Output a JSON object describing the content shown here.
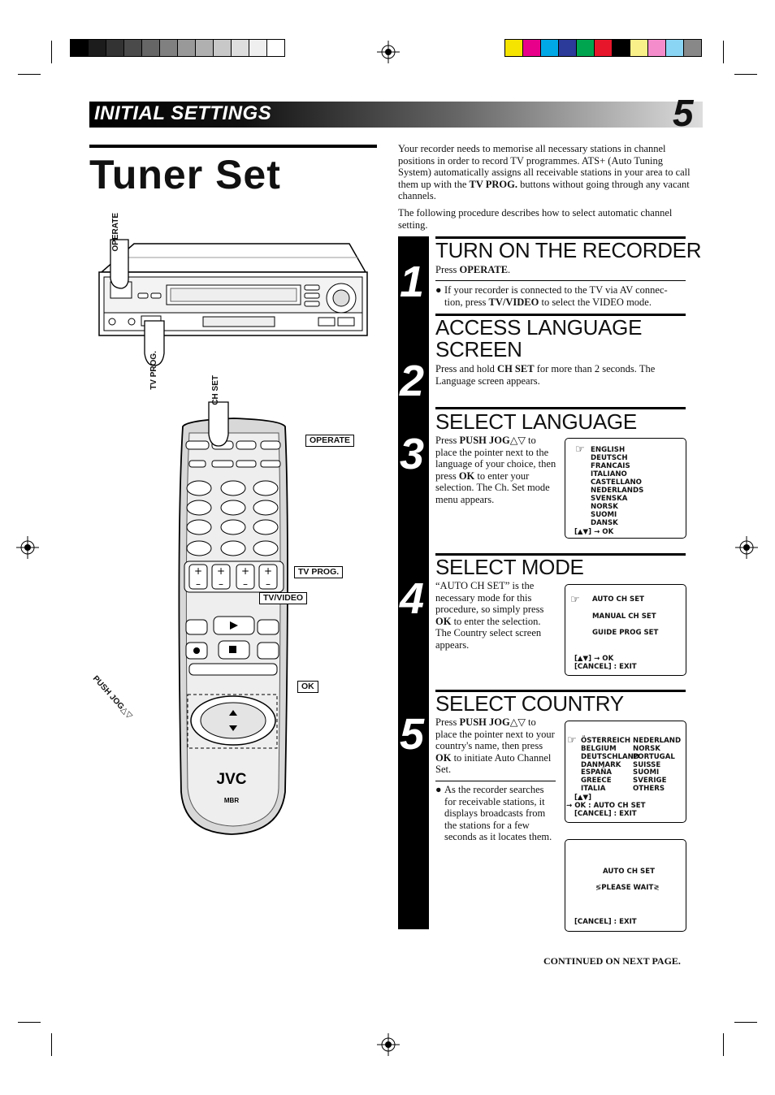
{
  "section_title": "INITIAL SETTINGS",
  "page_number": "5",
  "page_title": "Tuner Set",
  "intro": {
    "p1_a": "Your recorder needs to memorise all necessary stations in channel positions in order to record TV programmes. ATS+ (Auto Tuning System) automatically assigns all receivable stations in your area to call them up with the ",
    "p1_b": "TV PROG.",
    "p1_c": " buttons without going through any vacant channels.",
    "p2": "The following procedure describes how to select automatic channel setting."
  },
  "steps": [
    {
      "num": "1",
      "heading": "TURN ON THE RECORDER",
      "text_a": "Press ",
      "text_b": "OPERATE",
      "text_c": ".",
      "bullet_a": "If your recorder is connected to the TV via AV connec-tion, press ",
      "bullet_b": "TV/VIDEO",
      "bullet_c": " to select the VIDEO mode."
    },
    {
      "num": "2",
      "heading_l1": "ACCESS LANGUAGE",
      "heading_l2": "SCREEN",
      "text_a": "Press and hold ",
      "text_b": "CH SET",
      "text_c": " for more than 2 seconds. The Language screen appears."
    },
    {
      "num": "3",
      "heading": "SELECT LANGUAGE",
      "text_a": "Press ",
      "text_b": "PUSH JOG",
      "text_c": "△▽ to place the pointer next to the language of your choice, then press ",
      "text_d": "OK",
      "text_e": " to enter your selection. The Ch. Set mode menu appears."
    },
    {
      "num": "4",
      "heading": "SELECT MODE",
      "text_a": "“AUTO CH SET” is the necessary mode for this procedure, so simply press ",
      "text_b": "OK",
      "text_c": " to enter the selection. The Country select screen appears."
    },
    {
      "num": "5",
      "heading": "SELECT COUNTRY",
      "text_a": "Press ",
      "text_b": "PUSH JOG",
      "text_c": "△▽ to place the pointer next to your country's name, then press ",
      "text_d": "OK",
      "text_e": " to initiate Auto Channel Set.",
      "bullet": "As the recorder searches for receivable stations, it displays broadcasts from the stations for a few seconds as it locates them."
    }
  ],
  "screens": {
    "language": {
      "items": [
        "ENGLISH",
        "DEUTSCH",
        "FRANCAIS",
        "ITALIANO",
        "CASTELLANO",
        "NEDERLANDS",
        "SVENSKA",
        "NORSK",
        "SUOMI",
        "DANSK"
      ],
      "footer": "[▲▼] → OK"
    },
    "mode": {
      "items": [
        "AUTO CH SET",
        "MANUAL CH SET",
        "GUIDE PROG SET"
      ],
      "footer1": "[▲▼] → OK",
      "footer2": "[CANCEL] : EXIT"
    },
    "country": {
      "col1": [
        "ÖSTERREICH",
        "BELGIUM",
        "DEUTSCHLAND",
        "DANMARK",
        "ESPAÑA",
        "GREECE",
        "ITALIA"
      ],
      "col2": [
        "NEDERLAND",
        "NORSK",
        "PORTUGAL",
        "SUISSE",
        "SUOMI",
        "SVERIGE",
        "OTHERS"
      ],
      "footer1": "[▲▼]",
      "footer2": "→ OK : AUTO CH SET",
      "footer3": "[CANCEL] : EXIT"
    },
    "wait": {
      "line1": "AUTO CH SET",
      "line2": "PLEASE WAIT",
      "footer": "[CANCEL] : EXIT"
    }
  },
  "labels": {
    "operate_vcr": "OPERATE",
    "tv_prog_vcr": "TV PROG.",
    "ch_set": "CH SET",
    "operate": "OPERATE",
    "tv_prog": "TV PROG.",
    "tv_video": "TV/VIDEO",
    "ok": "OK",
    "push_jog": "PUSH JOG△▽",
    "brand": "JVC",
    "remote_badge": "MBR"
  },
  "continued": "CONTINUED ON NEXT PAGE.",
  "colors": {
    "black": "#000000",
    "white": "#ffffff",
    "yellow": "#f5e400",
    "magenta": "#e8008a",
    "cyan": "#00a8e6",
    "blue": "#2c3a9a",
    "green": "#00a64f",
    "red": "#e8162b"
  }
}
